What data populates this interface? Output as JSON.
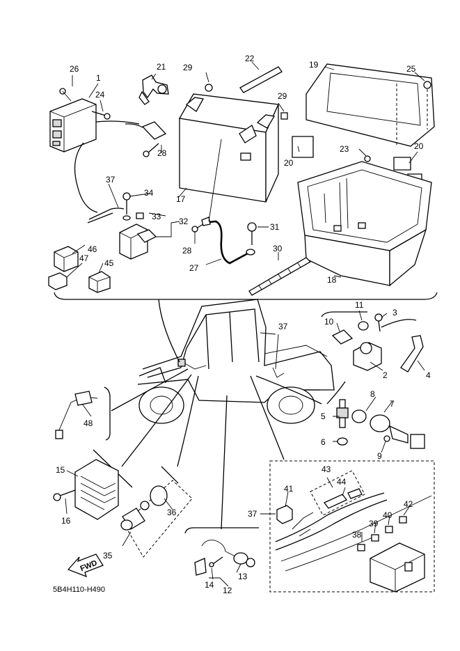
{
  "diagram_code": "5B4H110-H490",
  "fwd_label": "FWD",
  "callouts": {
    "c1": "1",
    "c2": "2",
    "c3": "3",
    "c4": "4",
    "c5": "5",
    "c6": "6",
    "c7": "7",
    "c8": "8",
    "c9": "9",
    "c10": "10",
    "c11": "11",
    "c12": "12",
    "c13": "13",
    "c14": "14",
    "c15": "15",
    "c16": "16",
    "c17": "17",
    "c18": "18",
    "c19": "19",
    "c20": "20",
    "c21": "21",
    "c22": "22",
    "c23": "23",
    "c24": "24",
    "c25": "25",
    "c26": "26",
    "c27": "27",
    "c28": "28",
    "c29": "29",
    "c30": "30",
    "c31": "31",
    "c32": "32",
    "c33": "33",
    "c34": "34",
    "c35": "35",
    "c36": "36",
    "c37": "37",
    "c38": "38",
    "c39": "39",
    "c40": "40",
    "c41": "41",
    "c42": "42",
    "c43": "43",
    "c44": "44",
    "c45": "45",
    "c46": "46",
    "c47": "47",
    "c48": "48"
  }
}
